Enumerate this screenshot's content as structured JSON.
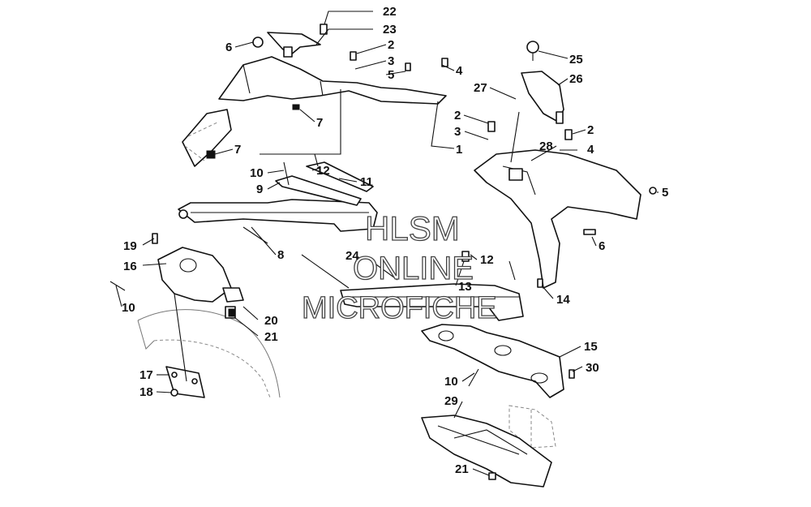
{
  "watermark": {
    "line1": "HLSM",
    "line2": "ONLINE",
    "line3": "MICROFICHE"
  },
  "callouts": {
    "c22": "22",
    "c23": "23",
    "c2a": "2",
    "c3a": "3",
    "c5a": "5",
    "c4a": "4",
    "c6a": "6",
    "c7a": "7",
    "c7b": "7",
    "c1": "1",
    "c25": "25",
    "c26": "26",
    "c27": "27",
    "c2b": "2",
    "c3b": "3",
    "c2c": "2",
    "c28": "28",
    "c4b": "4",
    "c5b": "5",
    "c6b": "6",
    "c10a": "10",
    "c12a": "12",
    "c9": "9",
    "c11": "11",
    "c8": "8",
    "c24": "24",
    "c12b": "12",
    "c13": "13",
    "c14": "14",
    "c19": "19",
    "c16": "16",
    "c10b": "10",
    "c20": "20",
    "c21a": "21",
    "c17": "17",
    "c18": "18",
    "c15": "15",
    "c30": "30",
    "c10c": "10",
    "c29": "29",
    "c21b": "21"
  }
}
